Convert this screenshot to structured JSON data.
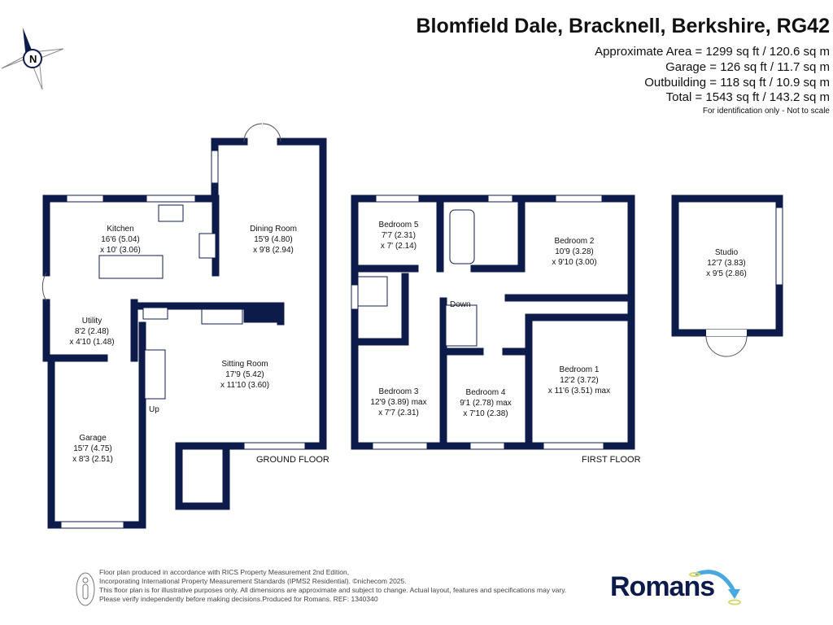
{
  "header": {
    "title": "Blomfield Dale, Bracknell, Berkshire, RG42",
    "areas": [
      "Approximate Area = 1299 sq ft / 120.6 sq m",
      "Garage = 126 sq ft / 11.7 sq m",
      "Outbuilding = 118 sq ft / 10.9 sq m",
      "Total = 1543 sq ft / 143.2 sq m"
    ],
    "note": "For identification only - Not to scale"
  },
  "compass": {
    "label": "N"
  },
  "ground_floor": {
    "label": "GROUND FLOOR",
    "rooms": [
      {
        "name": "Kitchen",
        "dims": "16'6 (5.04)",
        "dims2": "x 10' (3.06)"
      },
      {
        "name": "Dining Room",
        "dims": "15'9 (4.80)",
        "dims2": "x 9'8 (2.94)"
      },
      {
        "name": "Utility",
        "dims": "8'2 (2.48)",
        "dims2": "x 4'10 (1.48)"
      },
      {
        "name": "Sitting Room",
        "dims": "17'9 (5.42)",
        "dims2": "x 11'10 (3.60)"
      },
      {
        "name": "Garage",
        "dims": "15'7 (4.75)",
        "dims2": "x 8'3 (2.51)"
      }
    ],
    "stairs_label": "Up"
  },
  "first_floor": {
    "label": "FIRST FLOOR",
    "rooms": [
      {
        "name": "Bedroom 5",
        "dims": "7'7 (2.31)",
        "dims2": "x 7' (2.14)"
      },
      {
        "name": "Bedroom 2",
        "dims": "10'9 (3.28)",
        "dims2": "x 9'10 (3.00)"
      },
      {
        "name": "Bedroom 3",
        "dims": "12'9 (3.89) max",
        "dims2": "x 7'7 (2.31)"
      },
      {
        "name": "Bedroom 4",
        "dims": "9'1 (2.78) max",
        "dims2": "x 7'10 (2.38)"
      },
      {
        "name": "Bedroom 1",
        "dims": "12'2 (3.72)",
        "dims2": "x 11'6 (3.51) max"
      }
    ],
    "stairs_label": "Down"
  },
  "outbuilding": {
    "name": "Studio",
    "dims": "12'7 (3.83)",
    "dims2": "x 9'5 (2.86)"
  },
  "footer": {
    "lines": [
      "Floor plan produced in accordance with RICS Property Measurement 2nd Edition,",
      "Incorporating International Property Measurement Standards (IPMS2 Residential).   ©nichecom 2025.",
      "This floor plan is for illustrative purposes only. All dimensions are approximate and subject to change. Actual layout, features and specifications may vary.",
      "Please verify independently before making decisions.Produced for Romans.    REF: 1340340"
    ],
    "logo": "Romans"
  },
  "colors": {
    "wall": "#0c1b4a",
    "accent": "#4aa8e0",
    "logo_ring": "#d8d870"
  }
}
